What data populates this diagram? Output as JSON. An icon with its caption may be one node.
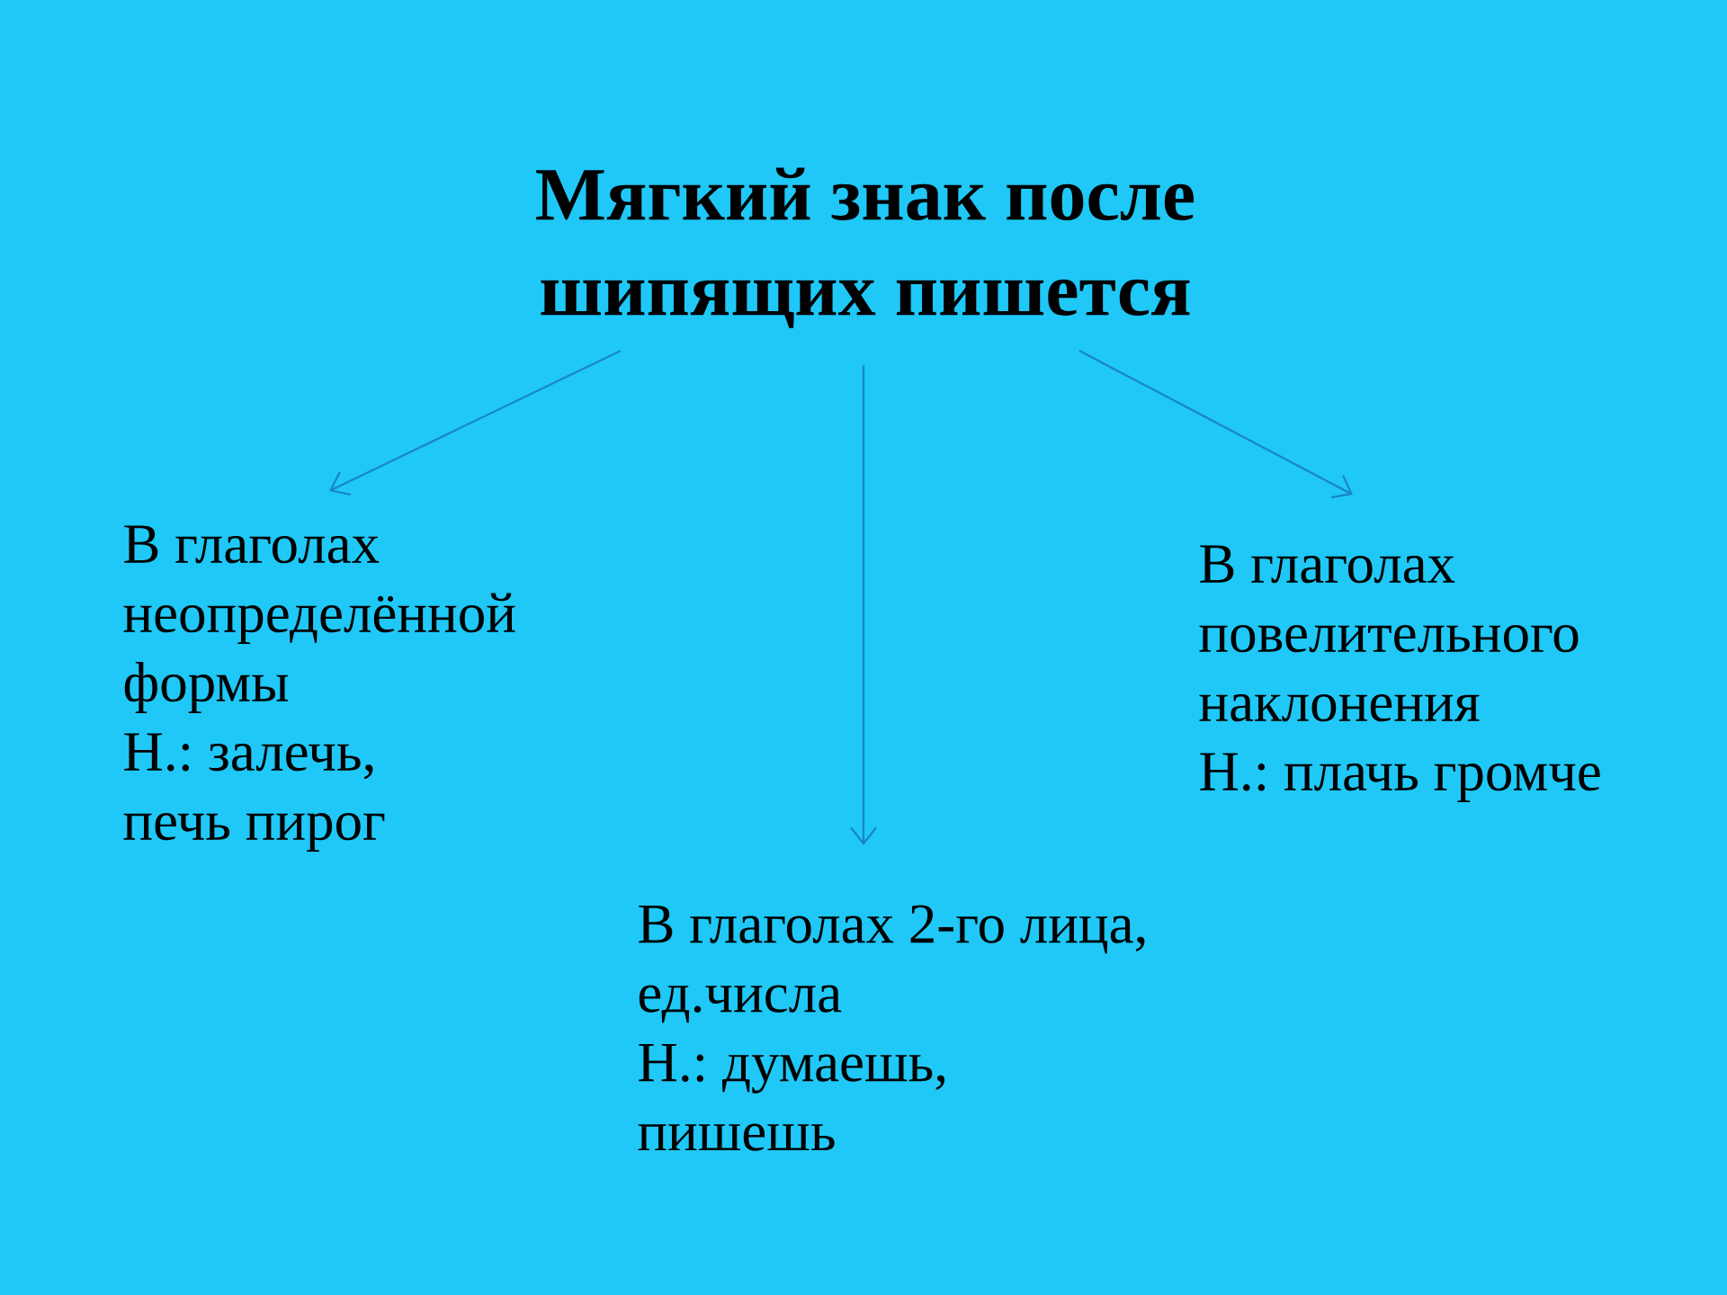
{
  "diagram": {
    "nodes": [
      {
        "text": [
          "Мягкий знак после шипящих пишется"
        ]
      },
      {
        "text": [
          "В глаголах неопределённой формы",
          "Н.: залечь, печь пирог"
        ]
      },
      {
        "text": [
          "В глаголах 2-го лица, ед.числа",
          "Н.: думаешь, пишешь"
        ]
      },
      {
        "text": [
          "В глаголах повелительного наклонения",
          "Н.: плачь громче"
        ]
      }
    ],
    "edges": [
      {
        "from": 0,
        "to": 1,
        "arrow": "to"
      },
      {
        "from": 0,
        "to": 2,
        "arrow": "to"
      },
      {
        "from": 0,
        "to": 3,
        "arrow": "to"
      }
    ]
  }
}
